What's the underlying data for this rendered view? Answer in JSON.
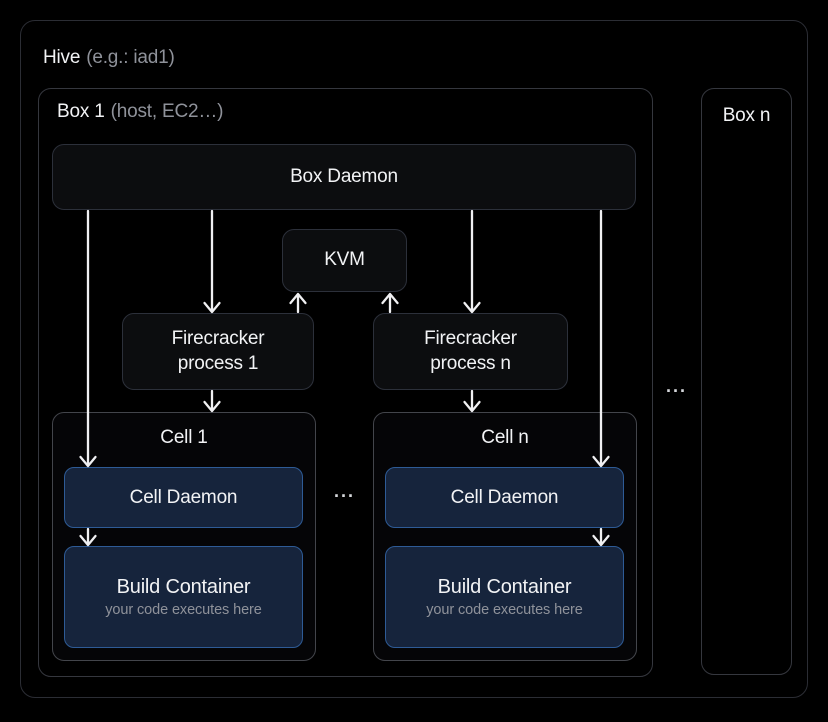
{
  "hive": {
    "title": "Hive",
    "subtitle": "(e.g.: iad1)"
  },
  "box1": {
    "title": "Box 1",
    "subtitle": "(host, EC2…)"
  },
  "boxn": {
    "title": "Box n"
  },
  "box_daemon": {
    "label": "Box Daemon"
  },
  "kvm": {
    "label": "KVM"
  },
  "firecracker1": {
    "line1": "Firecracker",
    "line2": "process 1"
  },
  "firecrackern": {
    "line1": "Firecracker",
    "line2": "process n"
  },
  "cell1": {
    "title": "Cell 1",
    "daemon_label": "Cell Daemon",
    "build_title": "Build Container",
    "build_subtitle": "your code executes here"
  },
  "celln": {
    "title": "Cell n",
    "daemon_label": "Cell Daemon",
    "build_title": "Build Container",
    "build_subtitle": "your code executes here"
  },
  "ellipsis_boxes": "...",
  "ellipsis_cells": "...",
  "colors": {
    "background": "#000000",
    "container_border": "#35373e",
    "node_background": "#0c0d0f",
    "node_border": "#2c303a",
    "daemon_background": "#16243c",
    "daemon_border": "#2e5b96",
    "text_primary": "#f2f3f5",
    "text_muted": "#8f929a",
    "arrow": "#f0f0f2"
  },
  "connections": [
    {
      "from": "box-daemon",
      "to": "cell-daemon-1"
    },
    {
      "from": "box-daemon",
      "to": "firecracker-process-1"
    },
    {
      "from": "box-daemon",
      "to": "firecracker-process-n"
    },
    {
      "from": "box-daemon",
      "to": "cell-daemon-n"
    },
    {
      "from": "firecracker-process-1",
      "to": "kvm"
    },
    {
      "from": "firecracker-process-n",
      "to": "kvm"
    },
    {
      "from": "firecracker-process-1",
      "to": "cell-1"
    },
    {
      "from": "firecracker-process-n",
      "to": "cell-n"
    },
    {
      "from": "cell-daemon-1",
      "to": "build-container-1"
    },
    {
      "from": "cell-daemon-n",
      "to": "build-container-n"
    }
  ]
}
